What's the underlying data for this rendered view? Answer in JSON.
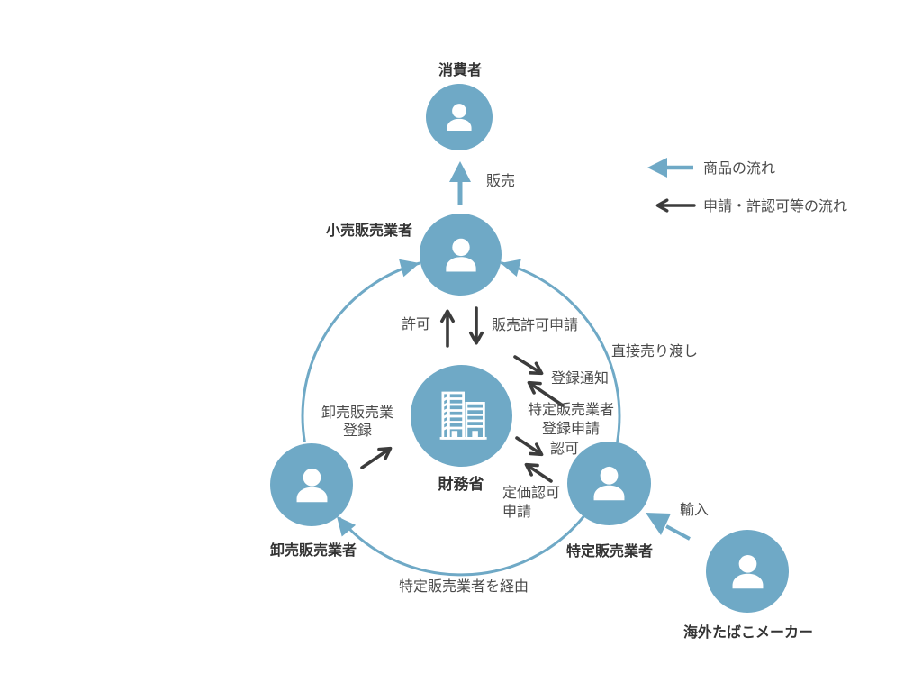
{
  "legend": {
    "goods_flow_label": "商品の流れ",
    "application_flow_label": "申請・許認可等の流れ"
  },
  "entities": {
    "consumer": {
      "label": "消費者"
    },
    "retailer": {
      "label": "小売販売業者"
    },
    "ministry": {
      "label": "財務省"
    },
    "wholesaler": {
      "label": "卸売販売業者"
    },
    "specified_seller": {
      "label": "特定販売業者"
    },
    "overseas_maker": {
      "label": "海外たばこメーカー"
    }
  },
  "flow_labels": {
    "sale": "販売",
    "permission": "許可",
    "sales_permit_application": "販売許可申請",
    "registration_notice": "登録通知",
    "specified_seller_registration_line1": "特定販売業者",
    "specified_seller_registration_line2": "登録申請",
    "approval": "認可",
    "price_approval_line1": "定価認可",
    "price_approval_line2": "申請",
    "wholesale_registration_line1": "卸売販売業",
    "wholesale_registration_line2": "登録",
    "direct_sale": "直接売り渡し",
    "import": "輸入",
    "via_specified_seller": "特定販売業者を経由"
  },
  "colors": {
    "flow_blue": "#6FA9C6",
    "flow_dark": "#3C3C3C",
    "text_dark": "#333333"
  }
}
